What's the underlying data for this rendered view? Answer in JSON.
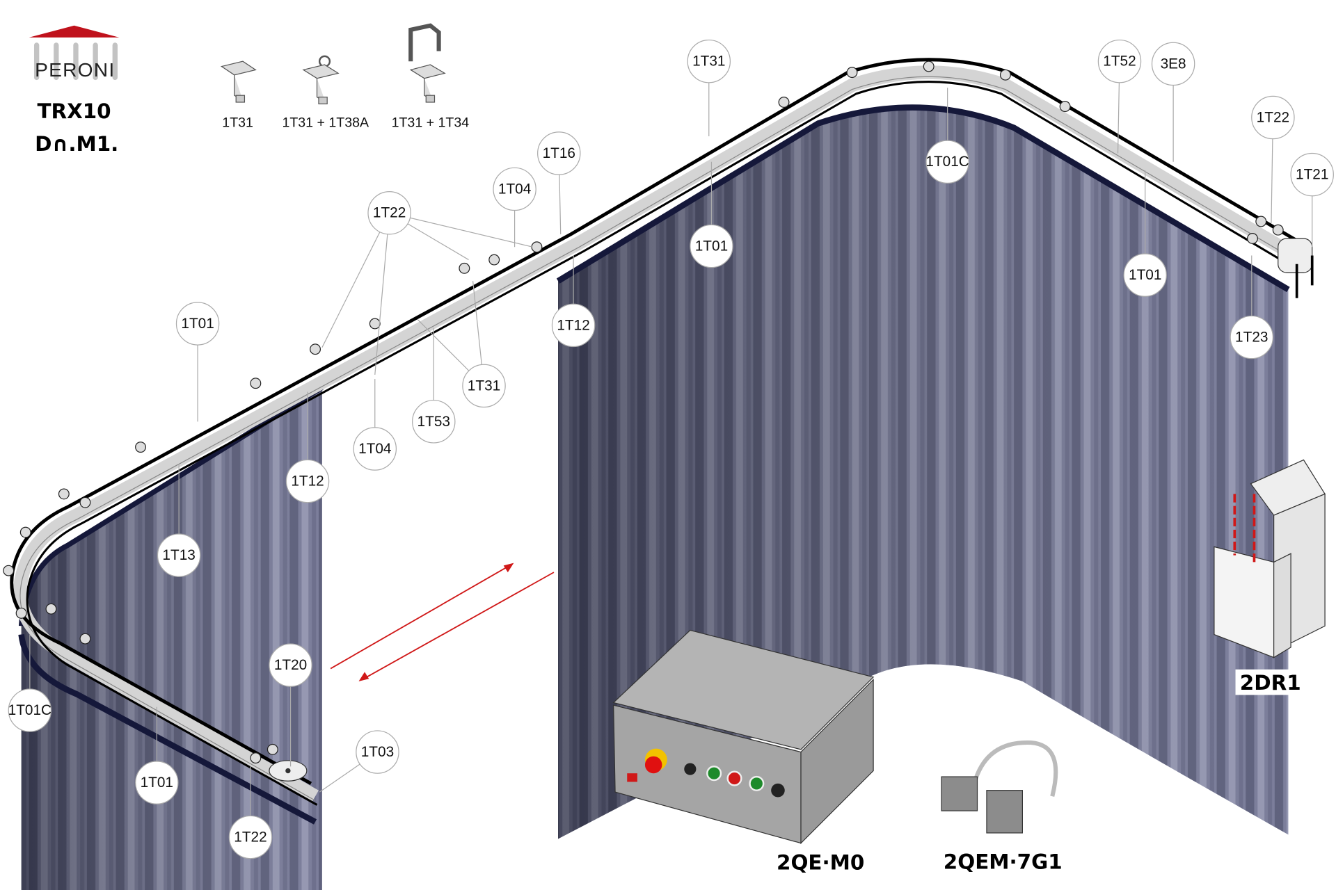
{
  "logo": {
    "brand": "PERONI",
    "model": "TRX10",
    "subtitle": "D∩.M1.",
    "roof_color": "#c0121c"
  },
  "brackets": [
    {
      "label": "1T31"
    },
    {
      "label": "1T31 + 1T38A"
    },
    {
      "label": "1T31 + 1T34"
    }
  ],
  "callouts": [
    "1T31",
    "1T52",
    "3E8",
    "1T22",
    "1T21",
    "1T16",
    "1T04",
    "1T22",
    "1T01C",
    "1T01",
    "1T01",
    "1T12",
    "1T23",
    "1T01",
    "1T31",
    "1T53",
    "1T04",
    "1T12",
    "1T13",
    "1T20",
    "1T01C",
    "1T03",
    "1T01",
    "1T22"
  ],
  "components": {
    "control_box": "2QE·M0",
    "cable": "2QEM·7G1",
    "drive": "2DR1"
  },
  "colors": {
    "curtain": "#6b6e8c",
    "curtain_edge": "#15183a",
    "arrow": "#d01818",
    "box": "#a9a9a9"
  }
}
